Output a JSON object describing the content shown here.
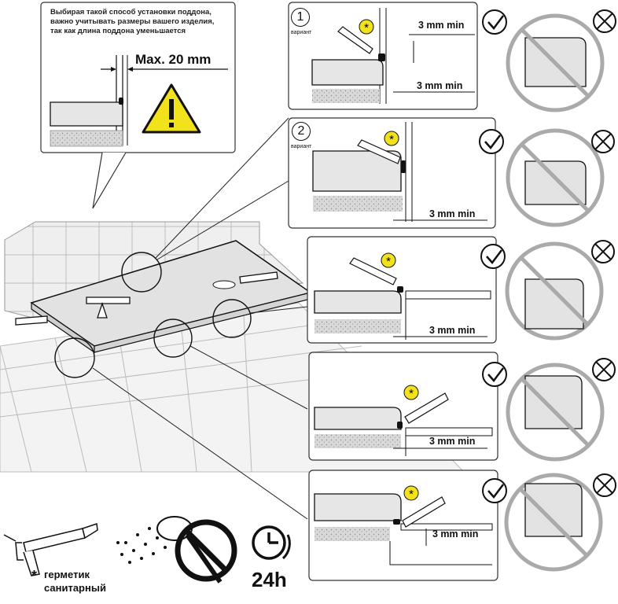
{
  "note": {
    "line1": "Выбирая такой способ установки поддона,",
    "line2": "важно учитывать размеры вашего изделия,",
    "line3": "так как длина поддона уменьшается"
  },
  "max_label": "Max. 20 mm",
  "variants": [
    {
      "number": "1",
      "caption": "вариант"
    },
    {
      "number": "2",
      "caption": "вариант"
    }
  ],
  "gap_label": "3 mm min",
  "legend": {
    "star": "*",
    "line1": "герметик",
    "line2": "санитарный"
  },
  "cure_time": "24h",
  "colors": {
    "warning": "#f2e21c",
    "stroke": "#111111",
    "tile": "#e9e9e9",
    "fill": "#dcdcdc"
  },
  "icons": [
    "warning-triangle-icon",
    "check-icon",
    "cross-icon",
    "no-sign-icon",
    "clock-icon",
    "caulking-gun-icon",
    "shower-head-icon"
  ]
}
